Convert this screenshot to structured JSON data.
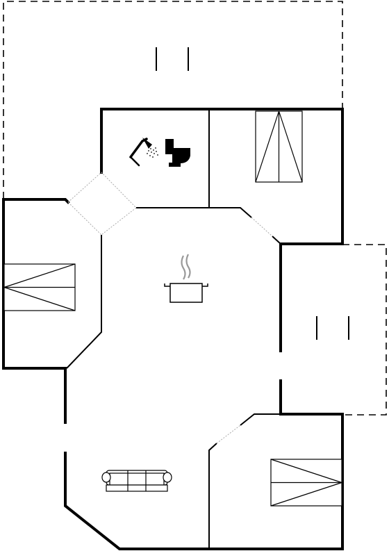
{
  "plan": {
    "rooms": [
      "terrace-north",
      "bathroom",
      "bedroom-north",
      "bedroom-west",
      "kitchen-living",
      "terrace-east",
      "living-room",
      "bedroom-southeast"
    ],
    "icons": [
      "shower-icon",
      "toilet-icon",
      "cooking-pot-icon",
      "sofa-icon",
      "single-bed-icon",
      "chair-icon"
    ],
    "colors": {
      "wall": "#000000",
      "background": "#ffffff",
      "door": "#aaaaaa"
    }
  }
}
